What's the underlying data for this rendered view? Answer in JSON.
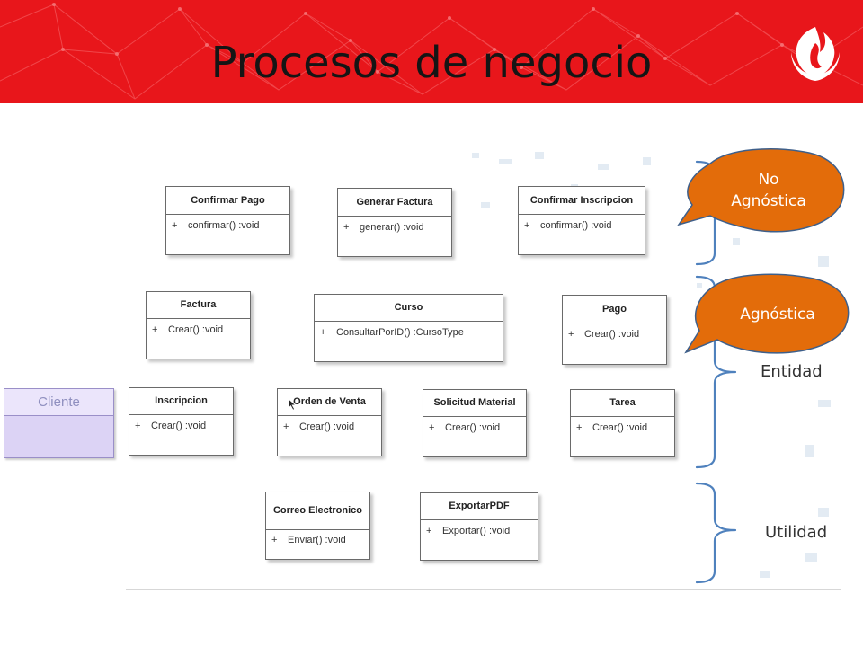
{
  "slide": {
    "title": "Procesos de negocio",
    "header_color": "#e8161b",
    "logo": "upc-flame-logo"
  },
  "diagram": {
    "classes": [
      {
        "name": "Confirmar Pago",
        "operation": "confirmar() :void"
      },
      {
        "name": "Generar Factura",
        "operation": "generar() :void"
      },
      {
        "name": "Confirmar Inscripcion",
        "operation": "confirmar() :void"
      },
      {
        "name": "Factura",
        "operation": "Crear() :void"
      },
      {
        "name": "Curso",
        "operation": "ConsultarPorID() :CursoType"
      },
      {
        "name": "Pago",
        "operation": "Crear() :void"
      },
      {
        "name": "Inscripcion",
        "operation": "Crear() :void"
      },
      {
        "name": "Orden de Venta",
        "operation": "Crear() :void"
      },
      {
        "name": "Solicitud Material",
        "operation": "Crear() :void"
      },
      {
        "name": "Tarea",
        "operation": "Crear() :void"
      },
      {
        "name": "Correo Electronico",
        "operation": "Enviar() :void"
      },
      {
        "name": "ExportarPDF",
        "operation": "Exportar() :void"
      }
    ],
    "visibility_symbol": "+",
    "external_actor": {
      "name": "Cliente"
    },
    "groups": [
      {
        "label": ""
      },
      {
        "label": "Entidad"
      },
      {
        "label": "Utilidad"
      }
    ],
    "callouts": [
      {
        "text_line1": "No",
        "text_line2": "Agnóstica"
      },
      {
        "text": "Agnóstica"
      }
    ],
    "callout_color": "#e36c0a",
    "brace_color": "#4f81bd"
  }
}
